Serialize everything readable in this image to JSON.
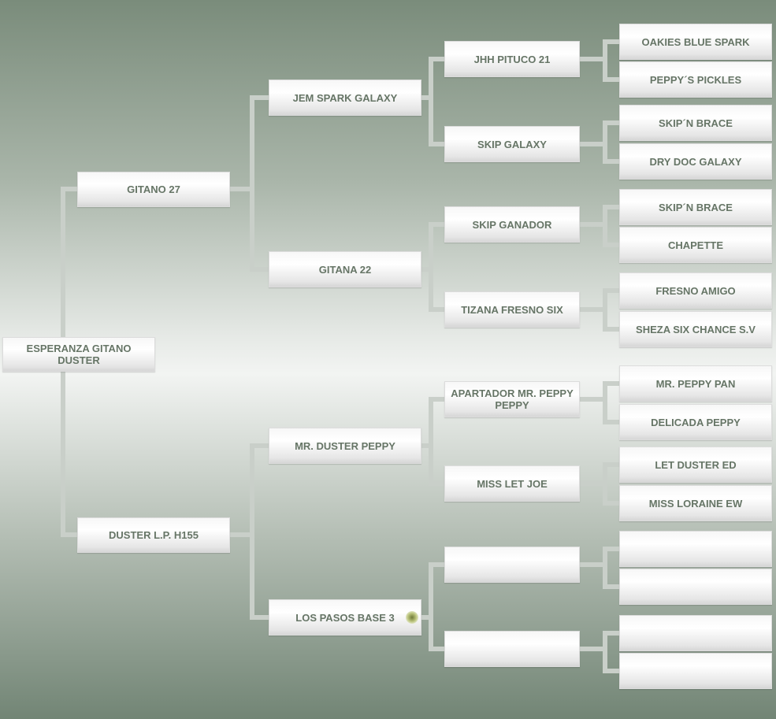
{
  "subject": "ESPERANZA GITANO DUSTER",
  "parents": [
    "GITANO 27",
    "DUSTER L.P. H155"
  ],
  "grandparents": [
    "JEM SPARK GALAXY",
    "GITANA 22",
    "MR. DUSTER PEPPY",
    "LOS PASOS BASE 3"
  ],
  "great_grandparents": [
    "JHH PITUCO 21",
    "SKIP GALAXY",
    "SKIP GANADOR",
    "TIZANA FRESNO SIX",
    "APARTADOR MR. PEPPY PEPPY",
    "MISS LET JOE",
    "",
    ""
  ],
  "great_great_grandparents": [
    "OAKIES BLUE SPARK",
    "PEPPY´S PICKLES",
    "SKIP´N BRACE",
    "DRY DOC GALAXY",
    "SKIP´N BRACE",
    "CHAPETTE",
    "FRESNO AMIGO",
    "SHEZA SIX CHANCE S.V",
    "MR. PEPPY PAN",
    "DELICADA PEPPY",
    "LET DUSTER ED",
    "MISS LORAINE EW",
    "",
    "",
    "",
    ""
  ],
  "emblem_icon": "breeder-seal-icon"
}
